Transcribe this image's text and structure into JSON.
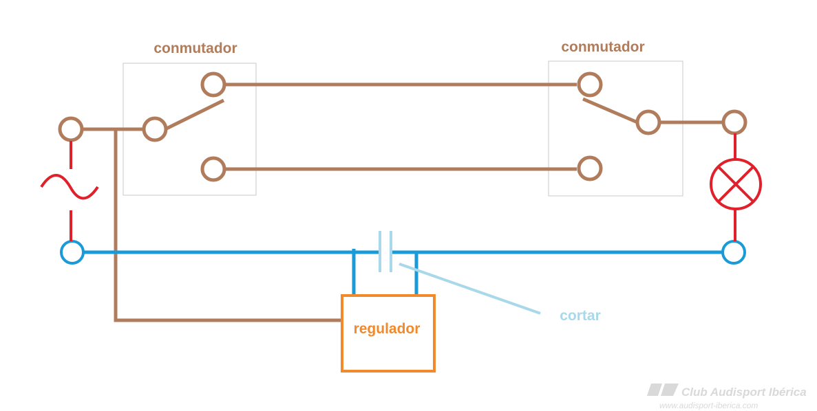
{
  "labels": {
    "switch_left": "conmutador",
    "switch_right": "conmutador",
    "regulator": "regulador",
    "cut": "cortar"
  },
  "watermark": {
    "title": "Club Audisport Ibérica",
    "url": "www.audisport-iberica.com"
  },
  "colors": {
    "phase_wire": "#b07c5c",
    "neutral_wire": "#1a9ad6",
    "source_symbol": "#e0202a",
    "regulator": "#f08a2c",
    "cut_annotation": "#a8d8ea",
    "switch_box": "#c8c8c8",
    "watermark": "#d9d9d9"
  },
  "icons": {
    "source": "ac-source-icon",
    "lamp": "lamp-icon",
    "cut": "cut-gap-icon"
  }
}
